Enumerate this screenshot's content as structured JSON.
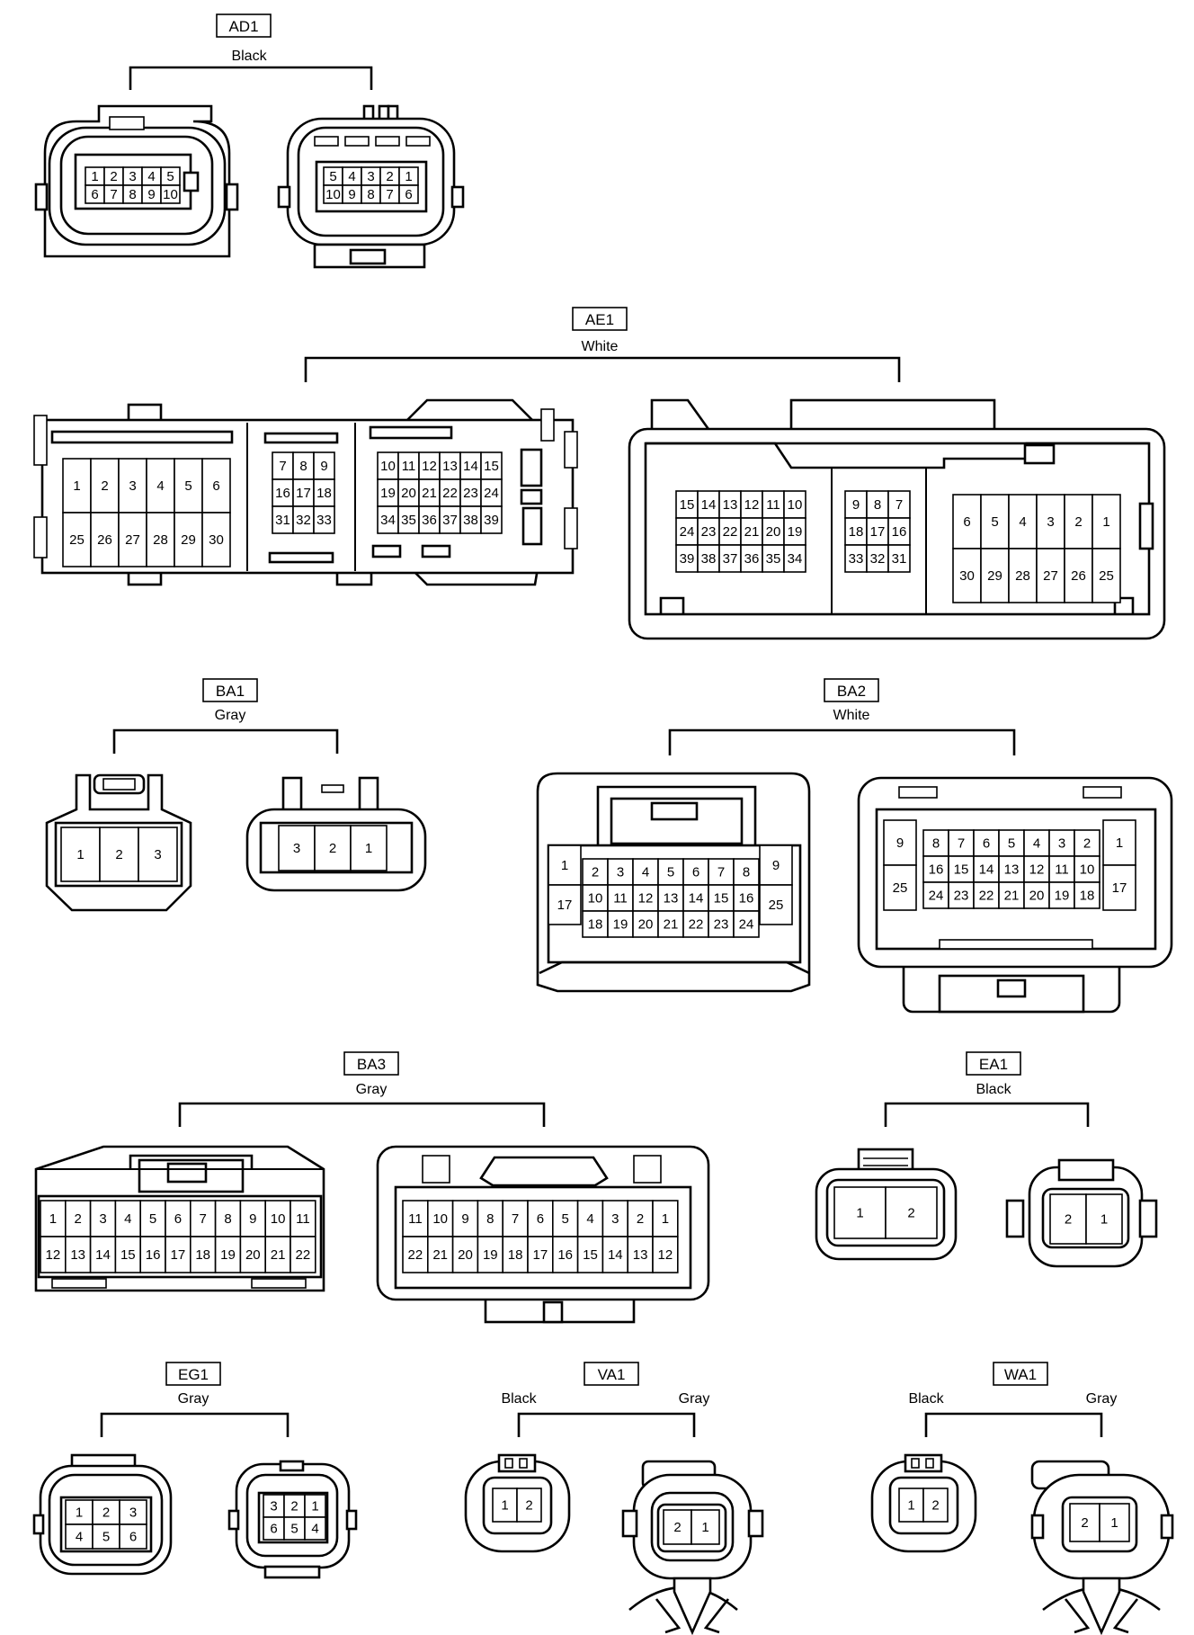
{
  "connectors": [
    {
      "id": "AD1",
      "color": "Black",
      "views": [
        {
          "rows": [
            [
              "1",
              "2",
              "3",
              "4",
              "5"
            ],
            [
              "6",
              "7",
              "8",
              "9",
              "10"
            ]
          ]
        },
        {
          "rows": [
            [
              "5",
              "4",
              "3",
              "2",
              "1"
            ],
            [
              "10",
              "9",
              "8",
              "7",
              "6"
            ]
          ]
        }
      ]
    },
    {
      "id": "AE1",
      "color": "White",
      "views": [
        {
          "groups": [
            [
              [
                "1",
                "2",
                "3",
                "4",
                "5",
                "6"
              ],
              [
                "25",
                "26",
                "27",
                "28",
                "29",
                "30"
              ]
            ],
            [
              [
                "7",
                "8",
                "9"
              ],
              [
                "16",
                "17",
                "18"
              ],
              [
                "31",
                "32",
                "33"
              ]
            ],
            [
              [
                "10",
                "11",
                "12",
                "13",
                "14",
                "15"
              ],
              [
                "19",
                "20",
                "21",
                "22",
                "23",
                "24"
              ],
              [
                "34",
                "35",
                "36",
                "37",
                "38",
                "39"
              ]
            ]
          ]
        },
        {
          "groups": [
            [
              [
                "15",
                "14",
                "13",
                "12",
                "11",
                "10"
              ],
              [
                "24",
                "23",
                "22",
                "21",
                "20",
                "19"
              ],
              [
                "39",
                "38",
                "37",
                "36",
                "35",
                "34"
              ]
            ],
            [
              [
                "9",
                "8",
                "7"
              ],
              [
                "18",
                "17",
                "16"
              ],
              [
                "33",
                "32",
                "31"
              ]
            ],
            [
              [
                "6",
                "5",
                "4",
                "3",
                "2",
                "1"
              ],
              [
                "30",
                "29",
                "28",
                "27",
                "26",
                "25"
              ]
            ]
          ]
        }
      ]
    },
    {
      "id": "BA1",
      "color": "Gray",
      "views": [
        {
          "rows": [
            [
              "1",
              "2",
              "3"
            ]
          ]
        },
        {
          "rows": [
            [
              "3",
              "2",
              "1"
            ]
          ]
        }
      ]
    },
    {
      "id": "BA2",
      "color": "White",
      "views": [
        {
          "side_left": [
            "1",
            "17"
          ],
          "rows": [
            [
              "2",
              "3",
              "4",
              "5",
              "6",
              "7",
              "8"
            ],
            [
              "10",
              "11",
              "12",
              "13",
              "14",
              "15",
              "16"
            ],
            [
              "18",
              "19",
              "20",
              "21",
              "22",
              "23",
              "24"
            ]
          ],
          "side_right": [
            "9",
            "25"
          ]
        },
        {
          "side_left": [
            "9",
            "25"
          ],
          "rows": [
            [
              "8",
              "7",
              "6",
              "5",
              "4",
              "3",
              "2"
            ],
            [
              "16",
              "15",
              "14",
              "13",
              "12",
              "11",
              "10"
            ],
            [
              "24",
              "23",
              "22",
              "21",
              "20",
              "19",
              "18"
            ]
          ],
          "side_right": [
            "1",
            "17"
          ]
        }
      ]
    },
    {
      "id": "BA3",
      "color": "Gray",
      "views": [
        {
          "rows": [
            [
              "1",
              "2",
              "3",
              "4",
              "5",
              "6",
              "7",
              "8",
              "9",
              "10",
              "11"
            ],
            [
              "12",
              "13",
              "14",
              "15",
              "16",
              "17",
              "18",
              "19",
              "20",
              "21",
              "22"
            ]
          ]
        },
        {
          "rows": [
            [
              "11",
              "10",
              "9",
              "8",
              "7",
              "6",
              "5",
              "4",
              "3",
              "2",
              "1"
            ],
            [
              "22",
              "21",
              "20",
              "19",
              "18",
              "17",
              "16",
              "15",
              "14",
              "13",
              "12"
            ]
          ]
        }
      ]
    },
    {
      "id": "EA1",
      "color": "Black",
      "views": [
        {
          "rows": [
            [
              "1",
              "2"
            ]
          ]
        },
        {
          "rows": [
            [
              "2",
              "1"
            ]
          ]
        }
      ]
    },
    {
      "id": "EG1",
      "color": "Gray",
      "views": [
        {
          "rows": [
            [
              "1",
              "2",
              "3"
            ],
            [
              "4",
              "5",
              "6"
            ]
          ]
        },
        {
          "rows": [
            [
              "3",
              "2",
              "1"
            ],
            [
              "6",
              "5",
              "4"
            ]
          ]
        }
      ]
    },
    {
      "id": "VA1",
      "left_color": "Black",
      "right_color": "Gray",
      "views": [
        {
          "rows": [
            [
              "1",
              "2"
            ]
          ]
        },
        {
          "rows": [
            [
              "2",
              "1"
            ]
          ]
        }
      ]
    },
    {
      "id": "WA1",
      "left_color": "Black",
      "right_color": "Gray",
      "views": [
        {
          "rows": [
            [
              "1",
              "2"
            ]
          ]
        },
        {
          "rows": [
            [
              "2",
              "1"
            ]
          ]
        }
      ]
    }
  ]
}
